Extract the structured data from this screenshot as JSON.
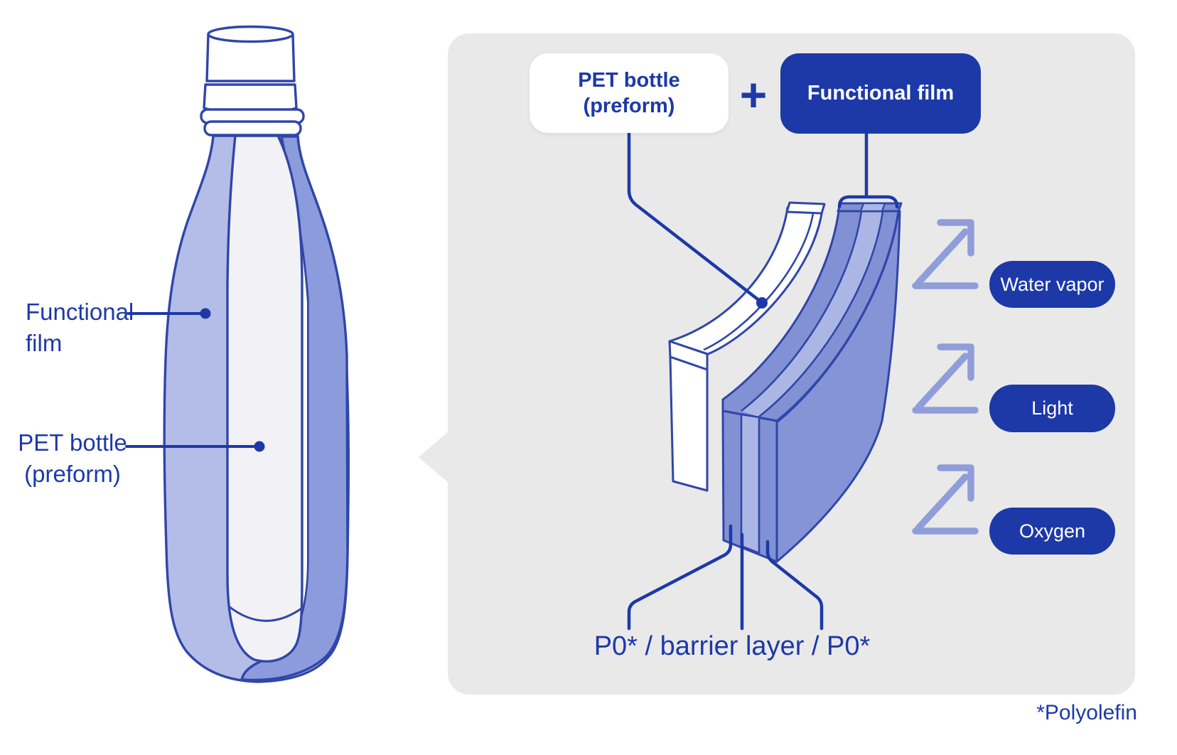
{
  "figure": {
    "bottle": {
      "functional_film_label": [
        "Functional",
        "film"
      ],
      "pet_bottle_label": [
        "PET bottle",
        "(preform)"
      ]
    },
    "panel": {
      "pet_box": [
        "PET bottle",
        "(preform)"
      ],
      "plus": "+",
      "film_box": "Functional film",
      "barriers": [
        "Water vapor",
        "Light",
        "Oxygen"
      ],
      "layers_caption": "P0* / barrier layer / P0*",
      "footnote": "*Polyolefin"
    },
    "colors": {
      "brand_blue": "#1D39A8",
      "outline_blue": "#3046A8",
      "panel_gray": "#E9E9E9",
      "film_light": "#B3BDE7",
      "film_medium": "#8C9BDC",
      "film_face": "#8494D6",
      "film_strip_dark": "#8191D3",
      "film_strip_light": "#ACB6E5",
      "arrow_blue": "#8F9DDA"
    }
  }
}
